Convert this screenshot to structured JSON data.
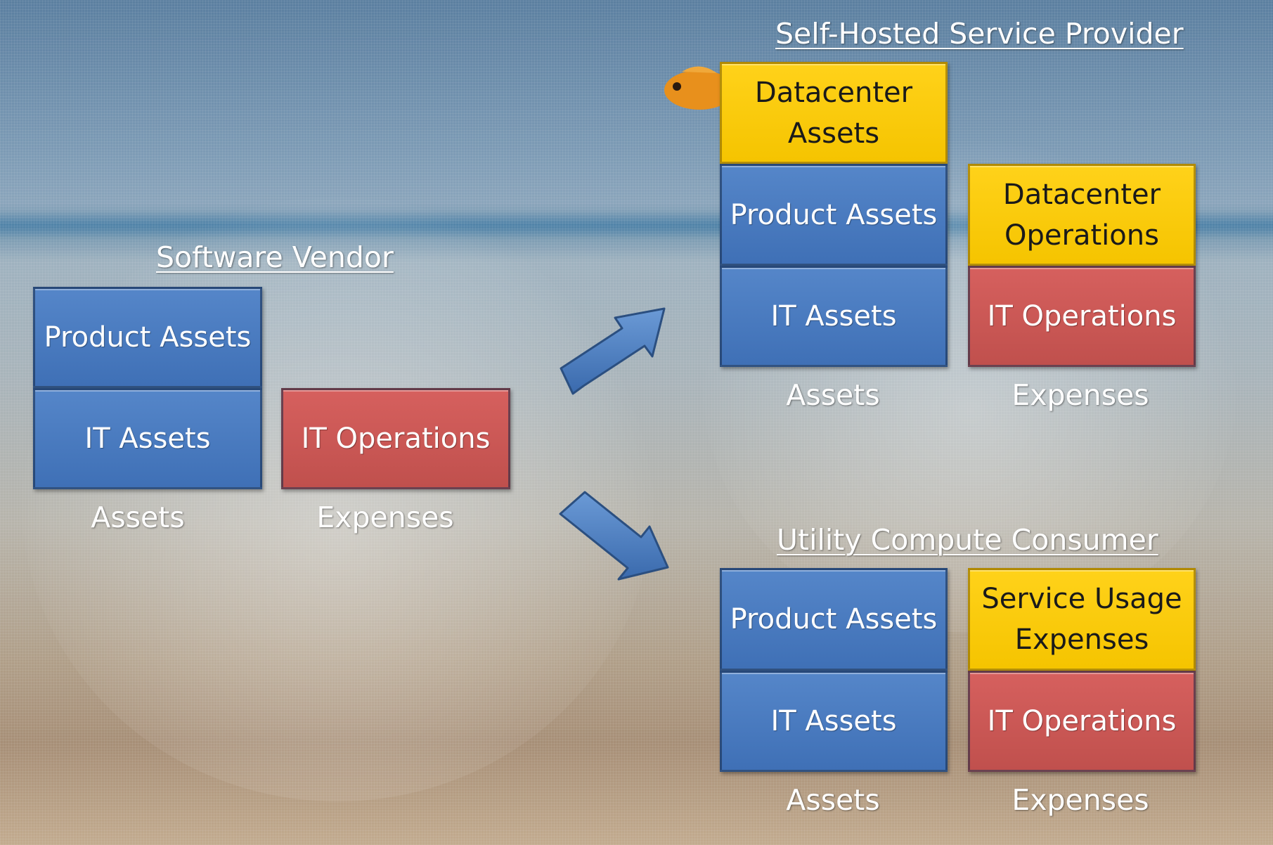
{
  "software_vendor": {
    "heading": "Software Vendor",
    "boxes": {
      "product_assets": "Product Assets",
      "it_assets": "IT Assets",
      "it_operations": "IT Operations"
    },
    "assets_label": "Assets",
    "expenses_label": "Expenses"
  },
  "self_hosted": {
    "heading": "Self-Hosted Service Provider",
    "boxes": {
      "datacenter_assets": "Datacenter Assets",
      "product_assets": "Product Assets",
      "it_assets": "IT Assets",
      "datacenter_operations": "Datacenter Operations",
      "it_operations": "IT Operations"
    },
    "assets_label": "Assets",
    "expenses_label": "Expenses"
  },
  "utility_compute": {
    "heading": "Utility Compute Consumer",
    "boxes": {
      "product_assets": "Product Assets",
      "it_assets": "IT Assets",
      "service_usage": "Service Usage Expenses",
      "it_operations": "IT Operations"
    },
    "assets_label": "Assets",
    "expenses_label": "Expenses"
  },
  "colors": {
    "asset_blue": "#4f81bd",
    "operations_red": "#c0504d",
    "datacenter_yellow": "#ffcc00"
  }
}
